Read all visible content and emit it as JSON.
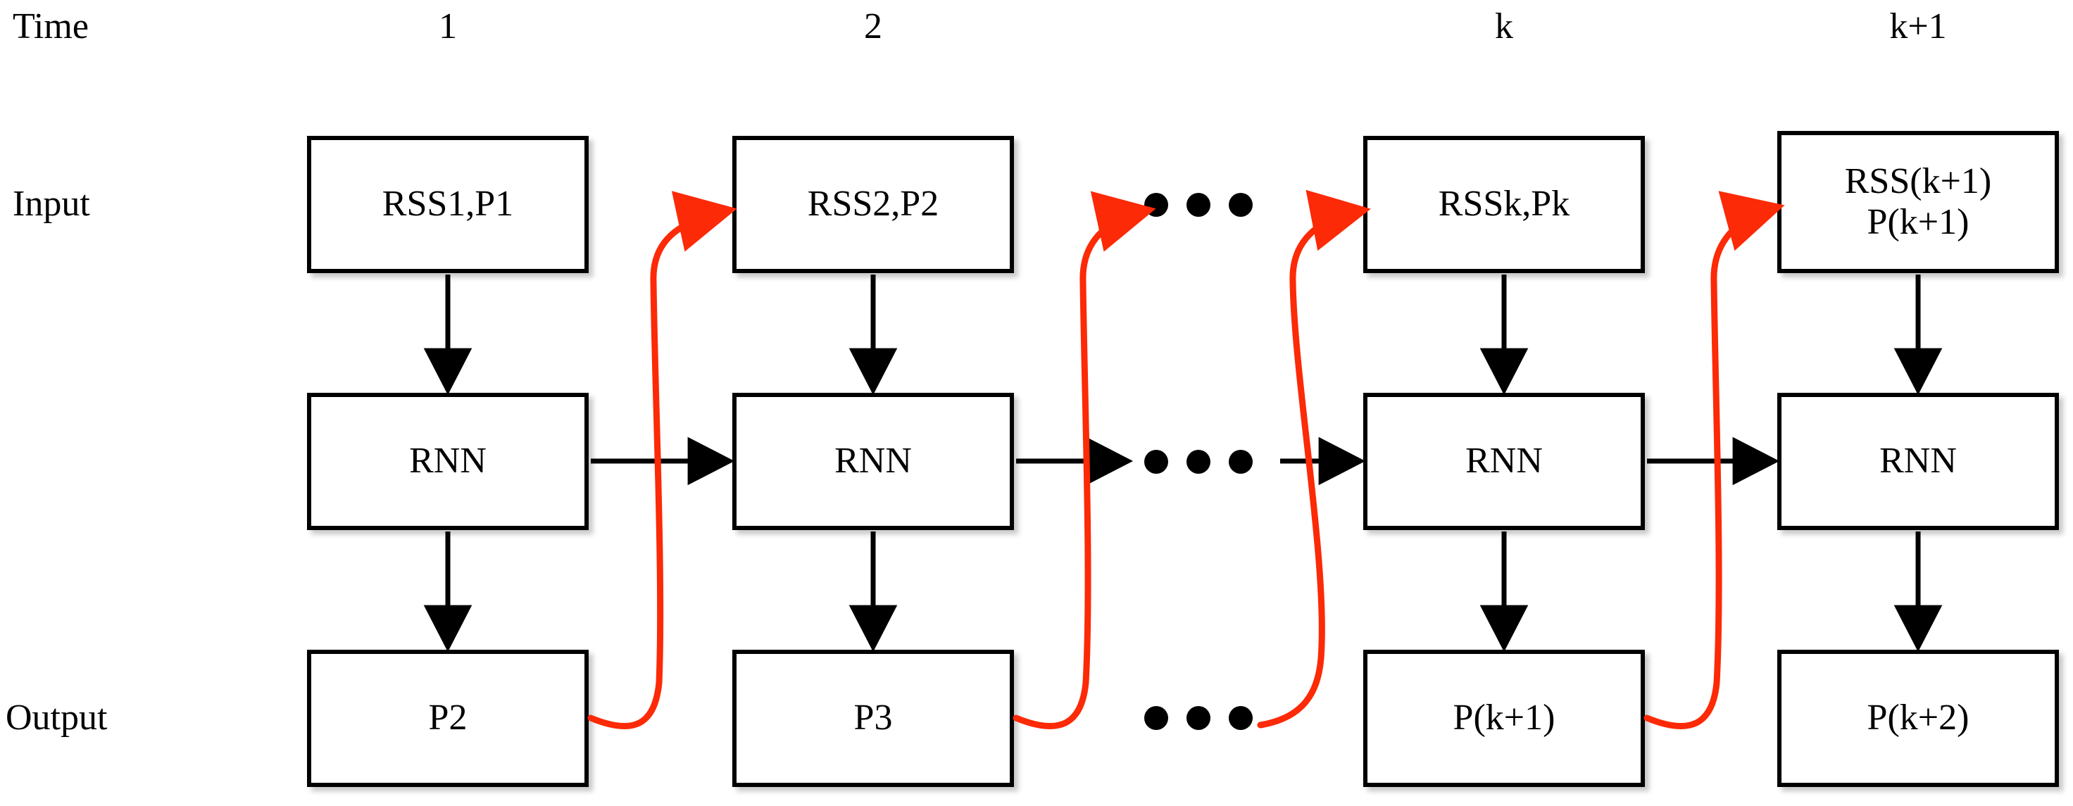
{
  "diagram": {
    "title_row_label": "Time",
    "row_labels": {
      "time": "Time",
      "input": "Input",
      "output": "Output"
    },
    "columns": [
      {
        "header": "1"
      },
      {
        "header": "2"
      },
      {
        "header": "k"
      },
      {
        "header": "k+1"
      }
    ],
    "rows": {
      "input": [
        {
          "line1": "RSS1,P1",
          "line2": ""
        },
        {
          "line1": "RSS2,P2",
          "line2": ""
        },
        {
          "line1": "RSSk,Pk",
          "line2": ""
        },
        {
          "line1": "RSS(k+1)",
          "line2": "P(k+1)"
        }
      ],
      "hidden": [
        {
          "line1": "RNN"
        },
        {
          "line1": "RNN"
        },
        {
          "line1": "RNN"
        },
        {
          "line1": "RNN"
        }
      ],
      "output": [
        {
          "line1": "P2"
        },
        {
          "line1": "P3"
        },
        {
          "line1": "P(k+1)"
        },
        {
          "line1": "P(k+2)"
        }
      ]
    },
    "ellipsis": {
      "glyph": "•••",
      "count": 3,
      "rows": [
        "input",
        "hidden",
        "output"
      ]
    },
    "colors": {
      "box_border": "#000000",
      "box_fill": "#ffffff",
      "black_arrow": "#000000",
      "feedback_arrow": "#fc2a06",
      "background": "#ffffff"
    },
    "edges": {
      "black_vertical_label": "input-to-rnn",
      "black_horizontal_label": "rnn-to-rnn-recurrent",
      "red_feedback_label": "output-prediction-fed-back-as-input"
    }
  }
}
